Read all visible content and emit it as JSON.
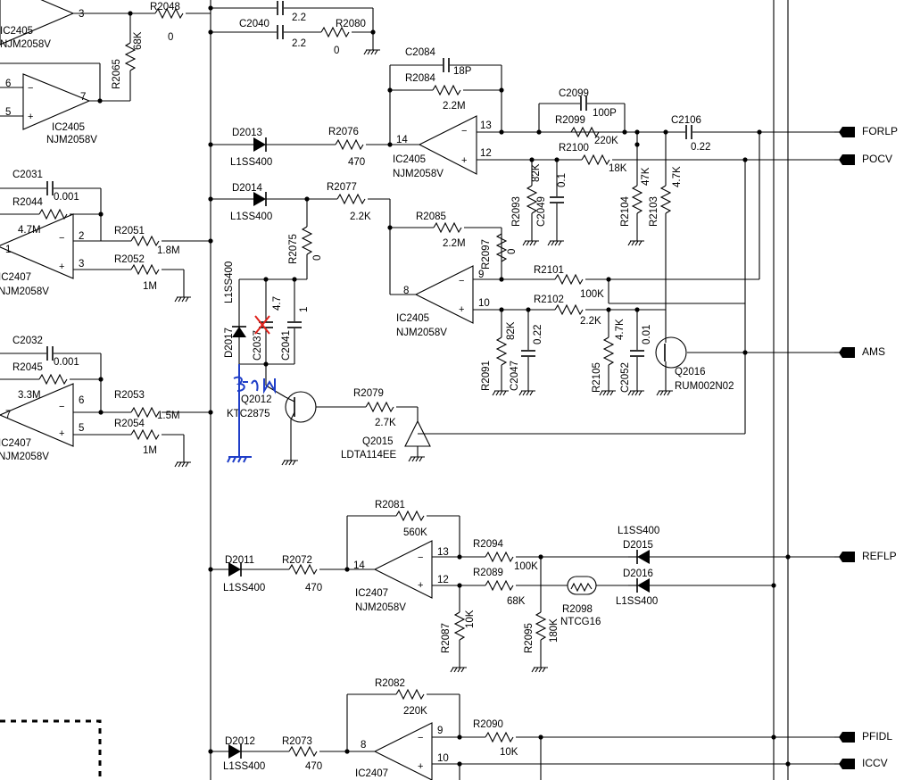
{
  "ports": {
    "forlp": "FORLP",
    "pocv": "POCV",
    "ams": "AMS",
    "reflp": "REFLP",
    "pfidl": "PFIDL",
    "iccv": "ICCV"
  },
  "opamps": {
    "u_top_left": {
      "ref": "IC2405",
      "part": "NJM2058V",
      "pin_out": "3"
    },
    "u_left_1": {
      "ref": "IC2405",
      "part": "NJM2058V",
      "pin_neg": "6",
      "pin_pos": "5",
      "pin_out": "7"
    },
    "u_left_2": {
      "ref": "IC2407",
      "part": "NJM2058V",
      "pin_out": "1",
      "pin_neg": "2",
      "pin_pos": "3"
    },
    "u_left_3": {
      "ref": "IC2407",
      "part": "NJM2058V",
      "pin_out": "7",
      "pin_neg": "6",
      "pin_pos": "5"
    },
    "u_mid_1": {
      "ref": "IC2405",
      "part": "NJM2058V",
      "pin_out": "14",
      "pin_neg": "13",
      "pin_pos": "12"
    },
    "u_mid_2": {
      "ref": "IC2405",
      "part": "NJM2058V",
      "pin_out": "8",
      "pin_neg": "9",
      "pin_pos": "10"
    },
    "u_bot_1": {
      "ref": "IC2407",
      "part": "NJM2058V",
      "pin_out": "14",
      "pin_neg": "13",
      "pin_pos": "12"
    },
    "u_bot_2": {
      "ref": "IC2407",
      "pin_out": "8",
      "pin_neg": "9",
      "pin_pos": "10"
    }
  },
  "resistors": {
    "r2048": {
      "ref": "R2048",
      "value": "0"
    },
    "r2080": {
      "ref": "R2080",
      "value": "0"
    },
    "r2065": {
      "ref": "R2065",
      "value": "68K"
    },
    "r2084": {
      "ref": "R2084",
      "value": "2.2M"
    },
    "r2076": {
      "ref": "R2076",
      "value": "470"
    },
    "r2099": {
      "ref": "R2099",
      "value": "220K"
    },
    "r2100": {
      "ref": "R2100",
      "value": "18K"
    },
    "r2093": {
      "ref": "R2093",
      "value": "82K"
    },
    "r2104": {
      "ref": "R2104",
      "value": "47K"
    },
    "r2103": {
      "ref": "R2103",
      "value": "4.7K"
    },
    "r2077": {
      "ref": "R2077",
      "value": "2.2K"
    },
    "r2085": {
      "ref": "R2085",
      "value": "2.2M"
    },
    "r2097": {
      "ref": "R2097",
      "value": "0"
    },
    "r2075": {
      "ref": "R2075",
      "value": "0"
    },
    "r2101": {
      "ref": "R2101",
      "value": "100K"
    },
    "r2102": {
      "ref": "R2102",
      "value": "2.2K"
    },
    "r2091": {
      "ref": "R2091",
      "value": "82K"
    },
    "r2105": {
      "ref": "R2105",
      "value": "4.7K"
    },
    "r2079": {
      "ref": "R2079",
      "value": "2.7K"
    },
    "r2044": {
      "ref": "R2044",
      "value": "4.7M"
    },
    "r2051": {
      "ref": "R2051",
      "value": "1.8M"
    },
    "r2052": {
      "ref": "R2052",
      "value": "1M"
    },
    "r2045": {
      "ref": "R2045",
      "value": "3.3M"
    },
    "r2053": {
      "ref": "R2053",
      "value": "1.5M"
    },
    "r2054": {
      "ref": "R2054",
      "value": "1M"
    },
    "r2081": {
      "ref": "R2081",
      "value": "560K"
    },
    "r2072": {
      "ref": "R2072",
      "value": "470"
    },
    "r2094": {
      "ref": "R2094",
      "value": "100K"
    },
    "r2089": {
      "ref": "R2089",
      "value": "68K"
    },
    "r2087": {
      "ref": "R2087",
      "value": "10K"
    },
    "r2095": {
      "ref": "R2095",
      "value": "180K"
    },
    "r2082": {
      "ref": "R2082",
      "value": "220K"
    },
    "r2073": {
      "ref": "R2073",
      "value": "470"
    },
    "r2090": {
      "ref": "R2090",
      "value": "10K"
    }
  },
  "capacitors": {
    "c2040": {
      "ref": "C2040",
      "value": "2.2"
    },
    "c2040b": {
      "value": "2.2"
    },
    "c2084": {
      "ref": "C2084",
      "value": "18P"
    },
    "c2099": {
      "ref": "C2099",
      "value": "100P"
    },
    "c2106": {
      "ref": "C2106",
      "value": "0.22"
    },
    "c2049": {
      "ref": "C2049",
      "value": "0.1"
    },
    "c2037": {
      "ref": "C2037",
      "value": "4.7"
    },
    "c2041": {
      "ref": "C2041",
      "value": "1"
    },
    "c2047": {
      "ref": "C2047",
      "value": "0.22"
    },
    "c2052": {
      "ref": "C2052",
      "value": "0.01"
    },
    "c2031": {
      "ref": "C2031",
      "value": "0.001"
    },
    "c2032": {
      "ref": "C2032",
      "value": "0.001"
    }
  },
  "diodes": {
    "d2013": {
      "ref": "D2013",
      "part": "L1SS400"
    },
    "d2014": {
      "ref": "D2014",
      "part": "L1SS400"
    },
    "d2017": {
      "ref": "D2017",
      "part": "L1SS400"
    },
    "d2011": {
      "ref": "D2011",
      "part": "L1SS400"
    },
    "d2012": {
      "ref": "D2012",
      "part": "L1SS400"
    },
    "d2015": {
      "ref": "D2015",
      "part": "L1SS400"
    },
    "d2016": {
      "ref": "D2016",
      "part": "L1SS400"
    }
  },
  "transistors": {
    "q2012": {
      "ref": "Q2012",
      "part": "KTC2875"
    },
    "q2015": {
      "ref": "Q2015",
      "part": "LDTA114EE"
    },
    "q2016": {
      "ref": "Q2016",
      "part": "RUM002N02"
    }
  },
  "thermistor": {
    "ref": "R2098",
    "part": "NTCG16"
  },
  "handwritten": {
    "value": "3.3u",
    "strike_mark": "X"
  },
  "colors": {
    "ink": "#000000",
    "pen_blue": "#1f3ec8",
    "pen_red": "#e0201a",
    "paper": "#ffffff"
  }
}
